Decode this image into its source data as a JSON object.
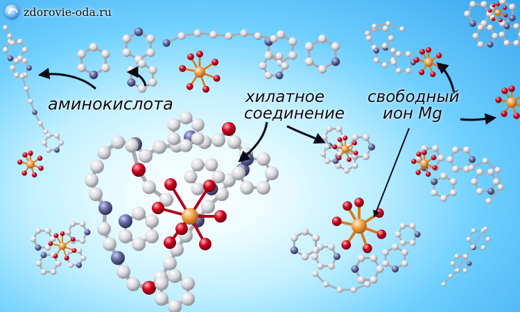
{
  "site": {
    "name": "zdorovie-oda.ru",
    "logo_icon": "globe-logo-icon"
  },
  "labels": {
    "amino": "аминокислота",
    "chelate_line1": "хилатное",
    "chelate_line2": "соединение",
    "free_line1": "свободный",
    "free_line2": "ион Mg"
  },
  "colors": {
    "background_center": "#ffffff",
    "background_edge": "#3aa6ee",
    "atom_carbon": "#e6e6ea",
    "atom_nitrogen": "#6a6f9e",
    "atom_oxygen": "#d0001d",
    "atom_magnesium": "#f08a2a",
    "bond_metal": "#b0001a",
    "arrow": "#0b0b18"
  }
}
